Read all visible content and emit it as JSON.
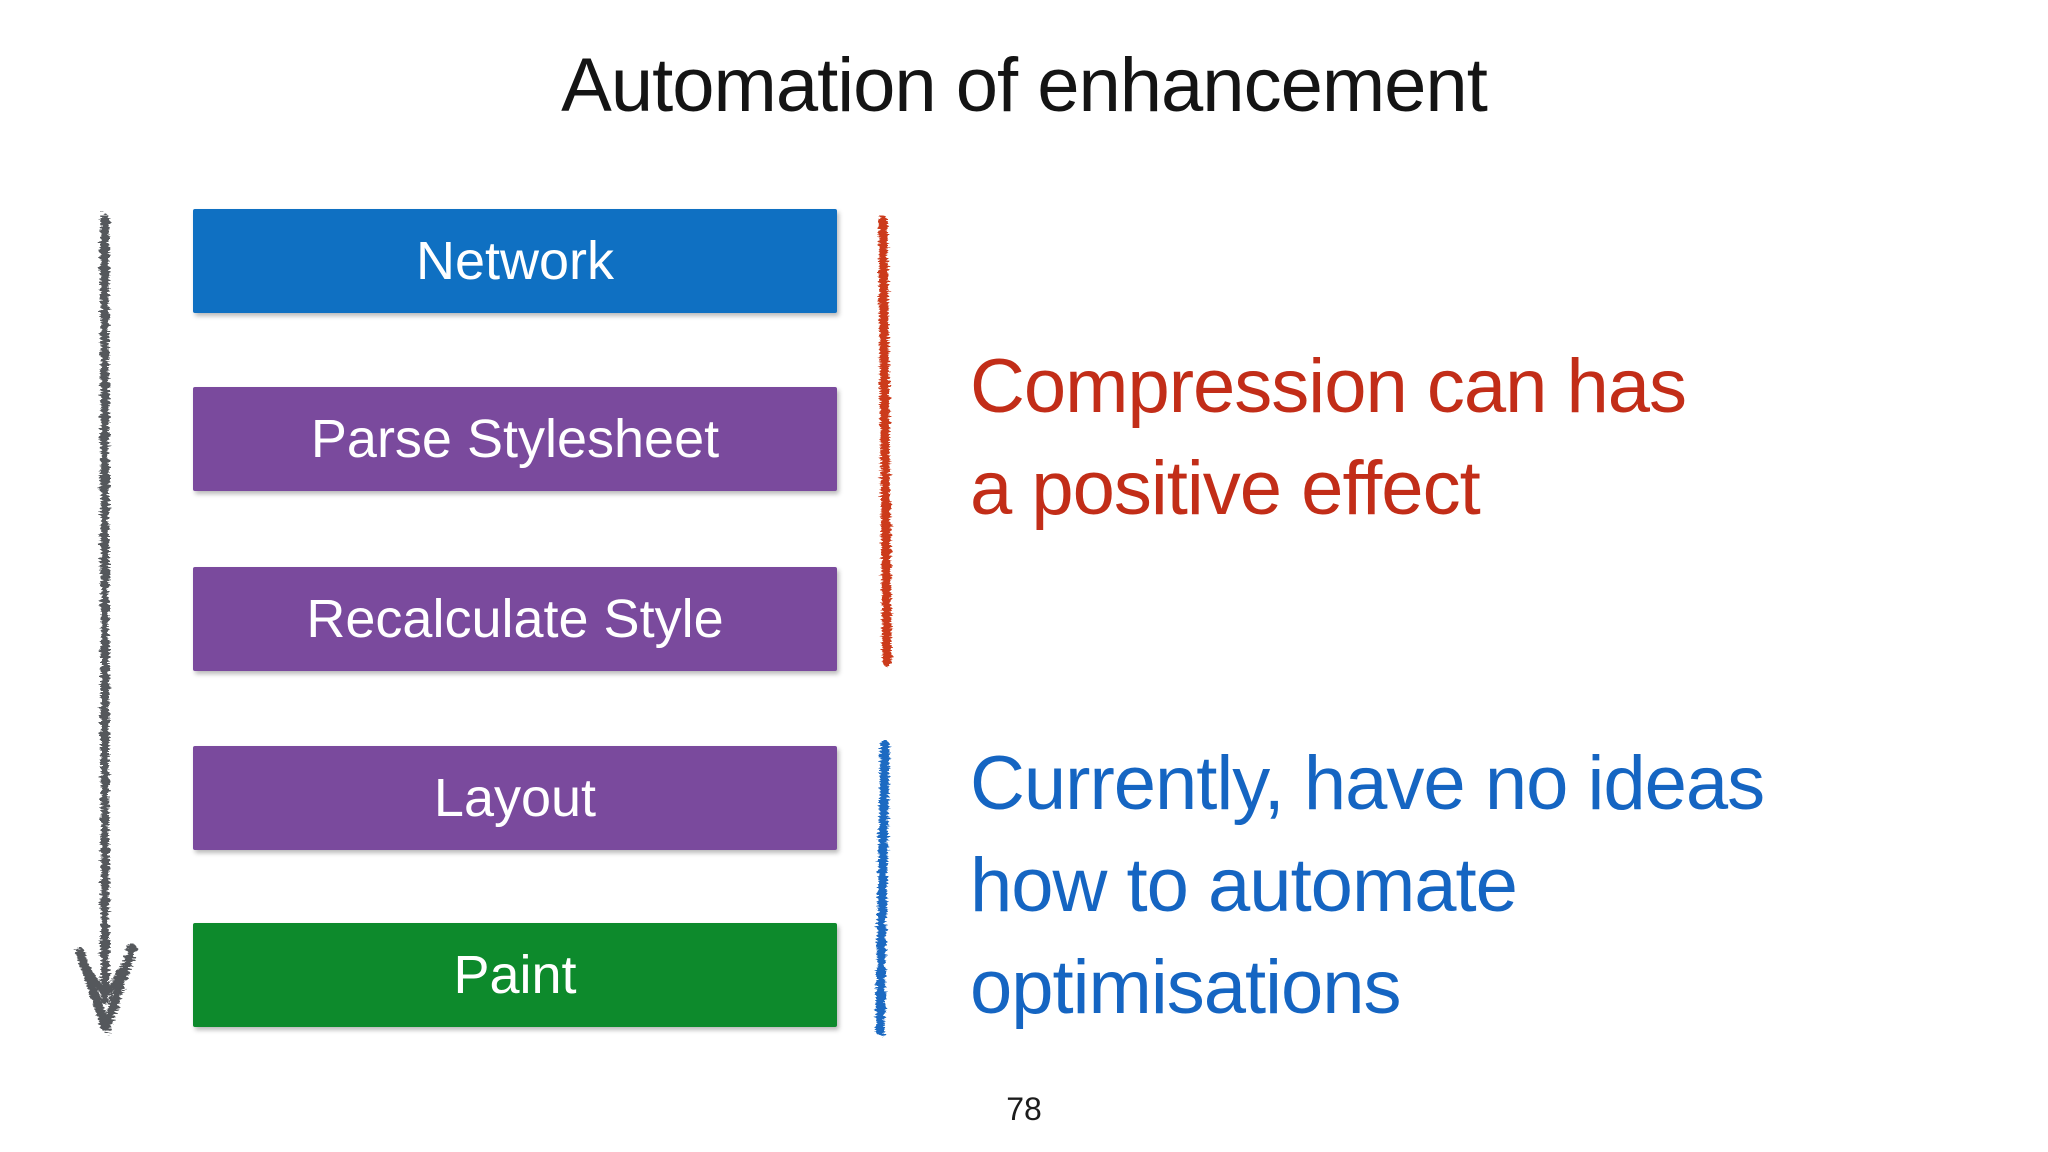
{
  "slide": {
    "title": "Automation of enhancement",
    "page_number": "78",
    "background": "#ffffff"
  },
  "pipeline": {
    "arrow_color": "#54585c",
    "boxes": [
      {
        "label": "Network",
        "color": "#0f70c2"
      },
      {
        "label": "Parse Stylesheet",
        "color": "#7a4a9d"
      },
      {
        "label": "Recalculate Style",
        "color": "#7a4a9d"
      },
      {
        "label": "Layout",
        "color": "#7a4a9d"
      },
      {
        "label": "Paint",
        "color": "#0d8a2c"
      }
    ]
  },
  "annotations": [
    {
      "text_lines": [
        "Compression can has",
        "a positive effect"
      ],
      "text_color": "#c22d18",
      "bracket_color": "#cc3a1a"
    },
    {
      "text_lines": [
        "Currently, have no ideas",
        "how to automate",
        "optimisations"
      ],
      "text_color": "#1565c2",
      "bracket_color": "#1b6ac2"
    }
  ]
}
